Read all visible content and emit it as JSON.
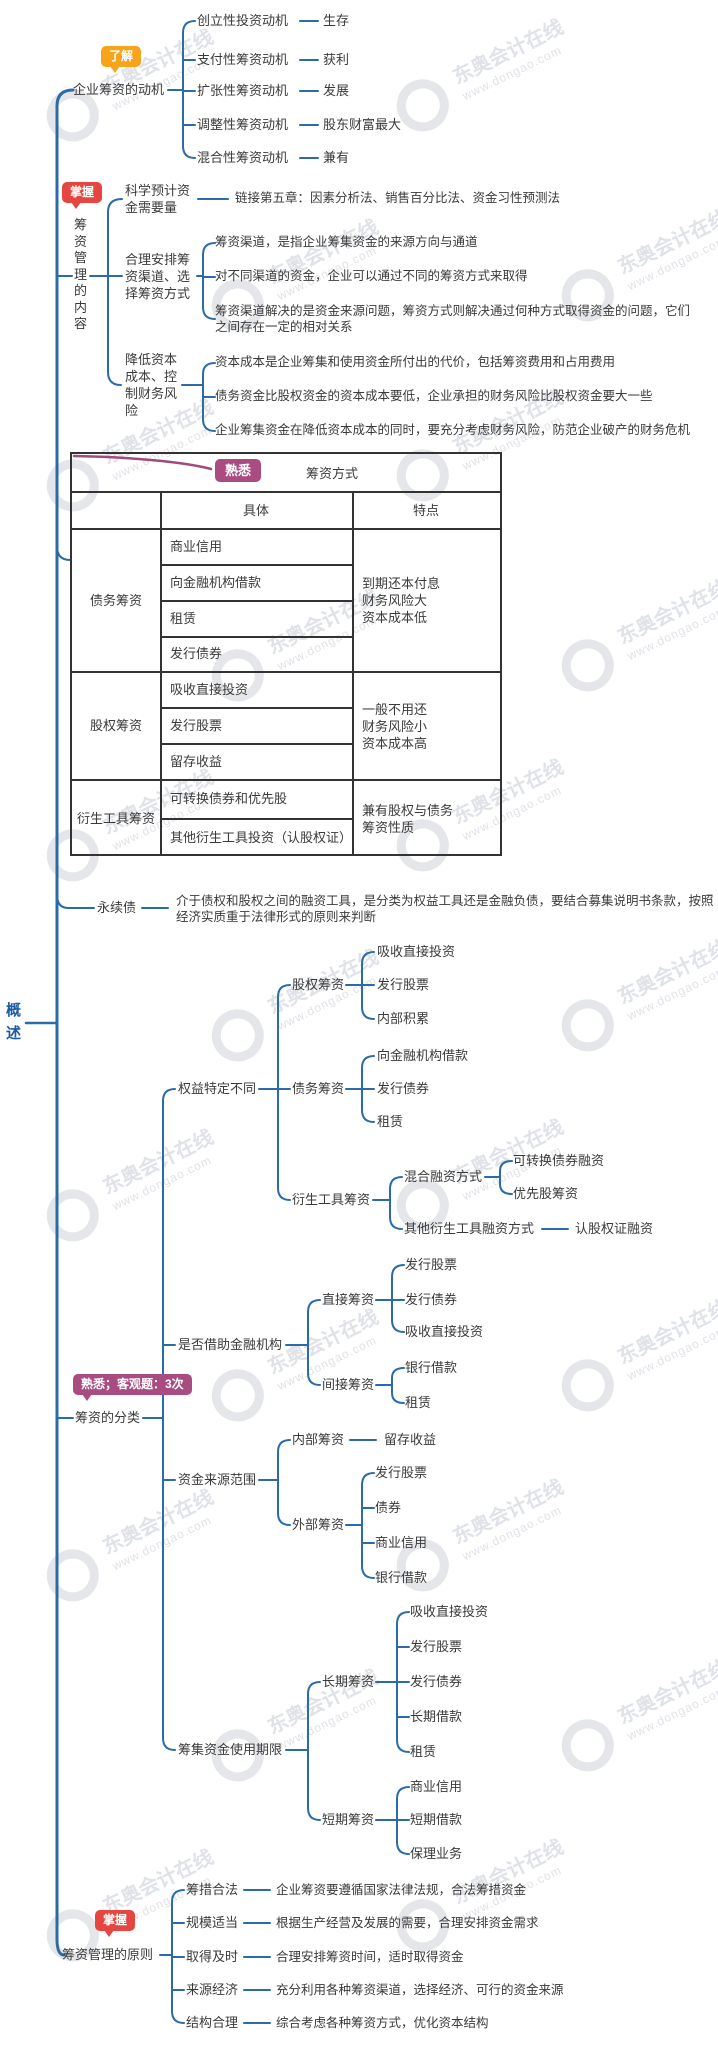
{
  "watermark": {
    "brand": "东奥会计在线",
    "site": "www.dongao.com"
  },
  "root": {
    "label": "概述"
  },
  "motives": {
    "badge": "了解",
    "label": "企业筹资的动机",
    "items": [
      {
        "label": "创立性投资动机",
        "value": "生存"
      },
      {
        "label": "支付性筹资动机",
        "value": "获利"
      },
      {
        "label": "扩张性筹资动机",
        "value": "发展"
      },
      {
        "label": "调整性筹资动机",
        "value": "股东财富最大"
      },
      {
        "label": "混合性筹资动机",
        "value": "兼有"
      }
    ]
  },
  "content": {
    "badge": "掌握",
    "label": "筹资管理的内容",
    "forecast": {
      "label": "科学预计资金需要量",
      "desc": "链接第五章：因素分析法、销售百分比法、资金习性预测法"
    },
    "channel": {
      "label": "合理安排筹资渠道、选择筹资方式",
      "points": [
        "筹资渠道，是指企业筹集资金的来源方向与通道",
        "对不同渠道的资金，企业可以通过不同的筹资方式来取得",
        "筹资渠道解决的是资金来源问题，筹资方式则解决通过何种方式取得资金的问题，它们之间存在一定的相对关系"
      ]
    },
    "cost": {
      "label": "降低资本成本、控制财务风险",
      "points": [
        "资本成本是企业筹集和使用资金所付出的代价，包括筹资费用和占用费用",
        "债务资金比股权资金的资本成本要低，企业承担的财务风险比股权资金要大一些",
        "企业筹集资金在降低资本成本的同时，要充分考虑财务风险，防范企业破产的财务危机"
      ]
    }
  },
  "methods_table": {
    "badge": "熟悉",
    "title": "筹资方式",
    "columns": {
      "specific": "具体",
      "feature": "特点"
    },
    "groups": [
      {
        "name": "债务筹资",
        "specific": [
          "商业信用",
          "向金融机构借款",
          "租赁",
          "发行债券"
        ],
        "feature": "到期还本付息\n财务风险大\n资本成本低"
      },
      {
        "name": "股权筹资",
        "specific": [
          "吸收直接投资",
          "发行股票",
          "留存收益"
        ],
        "feature": "一般不用还\n财务风险小\n资本成本高"
      },
      {
        "name": "衍生工具筹资",
        "specific": [
          "可转换债券和优先股",
          "其他衍生工具投资（认股权证）"
        ],
        "feature": "兼有股权与债务\n筹资性质"
      }
    ]
  },
  "perpetual": {
    "label": "永续债",
    "desc": "介于债权和股权之间的融资工具，是分类为权益工具还是金融负债，要结合募集说明书条款，按照经济实质重于法律形式的原则来判断"
  },
  "classification": {
    "badge": "熟悉；客观题：3次",
    "label": "筹资的分类",
    "by_equity": {
      "label": "权益特定不同",
      "equity": {
        "label": "股权筹资",
        "items": [
          "吸收直接投资",
          "发行股票",
          "内部积累"
        ]
      },
      "debt": {
        "label": "债务筹资",
        "items": [
          "向金融机构借款",
          "发行债券",
          "租赁"
        ]
      },
      "derivative": {
        "label": "衍生工具筹资",
        "hybrid": {
          "label": "混合融资方式",
          "items": [
            "可转换债券融资",
            "优先股筹资"
          ]
        },
        "other": {
          "label": "其他衍生工具融资方式",
          "value": "认股权证融资"
        }
      }
    },
    "by_institution": {
      "label": "是否借助金融机构",
      "direct": {
        "label": "直接筹资",
        "items": [
          "发行股票",
          "发行债券",
          "吸收直接投资"
        ]
      },
      "indirect": {
        "label": "间接筹资",
        "items": [
          "银行借款",
          "租赁"
        ]
      }
    },
    "by_source": {
      "label": "资金来源范围",
      "internal": {
        "label": "内部筹资",
        "value": "留存收益"
      },
      "external": {
        "label": "外部筹资",
        "items": [
          "发行股票",
          "债券",
          "商业信用",
          "银行借款"
        ]
      }
    },
    "by_term": {
      "label": "筹集资金使用期限",
      "long": {
        "label": "长期筹资",
        "items": [
          "吸收直接投资",
          "发行股票",
          "发行债券",
          "长期借款",
          "租赁"
        ]
      },
      "short": {
        "label": "短期筹资",
        "items": [
          "商业信用",
          "短期借款",
          "保理业务"
        ]
      }
    }
  },
  "principles": {
    "badge": "掌握",
    "label": "筹资管理的原则",
    "items": [
      {
        "label": "筹措合法",
        "desc": "企业筹资要遵循国家法律法规，合法筹措资金"
      },
      {
        "label": "规模适当",
        "desc": "根据生产经营及发展的需要，合理安排资金需求"
      },
      {
        "label": "取得及时",
        "desc": "合理安排筹资时间，适时取得资金"
      },
      {
        "label": "来源经济",
        "desc": "充分利用各种筹资渠道，选择经济、可行的资金来源"
      },
      {
        "label": "结构合理",
        "desc": "综合考虑各种筹资方式，优化资本结构"
      }
    ]
  }
}
